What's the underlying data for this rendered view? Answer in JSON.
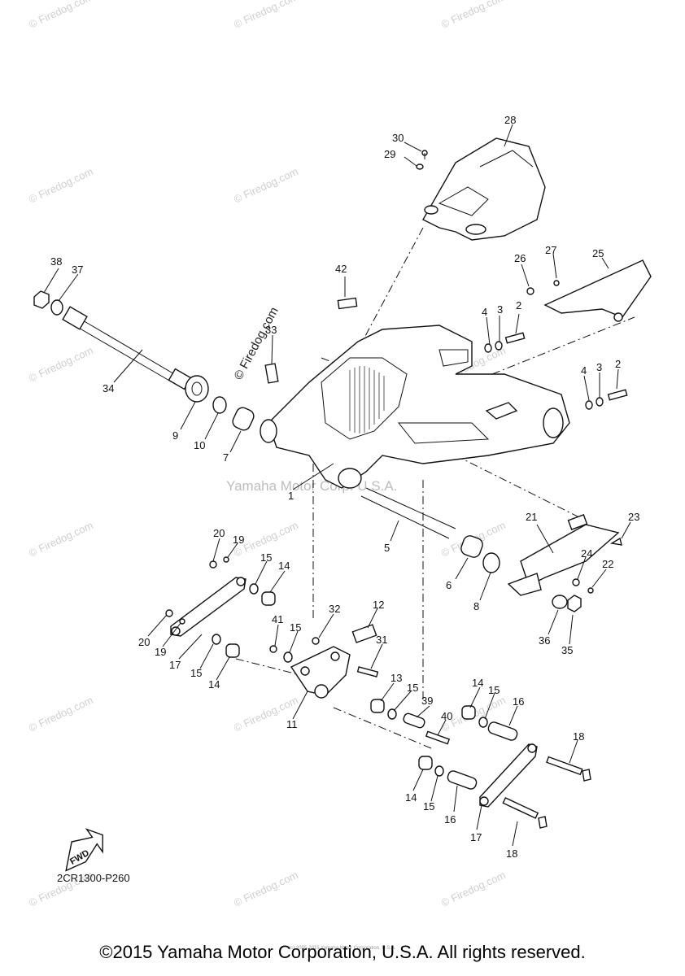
{
  "diagram_code": "2CR1300-P260",
  "copyright": "©2015 Yamaha Motor Corporation, U.S.A. All rights reserved.",
  "fine_print": "(c) 2005-2015 Yamaha Motor Corporation, U.S.A.",
  "watermark_main": "Yamaha Motor Corp. U.S.A.",
  "watermark_site": "© Firedog.com",
  "fwd_label": "FWD",
  "part_labels": [
    "1",
    "2",
    "2",
    "3",
    "3",
    "4",
    "4",
    "5",
    "6",
    "7",
    "8",
    "9",
    "10",
    "11",
    "12",
    "13",
    "14",
    "14",
    "14",
    "14",
    "15",
    "15",
    "15",
    "15",
    "15",
    "15",
    "16",
    "16",
    "17",
    "17",
    "18",
    "18",
    "19",
    "19",
    "20",
    "20",
    "21",
    "22",
    "23",
    "24",
    "25",
    "26",
    "27",
    "28",
    "29",
    "30",
    "31",
    "32",
    "33",
    "34",
    "35",
    "36",
    "37",
    "38",
    "39",
    "40",
    "41",
    "42"
  ]
}
